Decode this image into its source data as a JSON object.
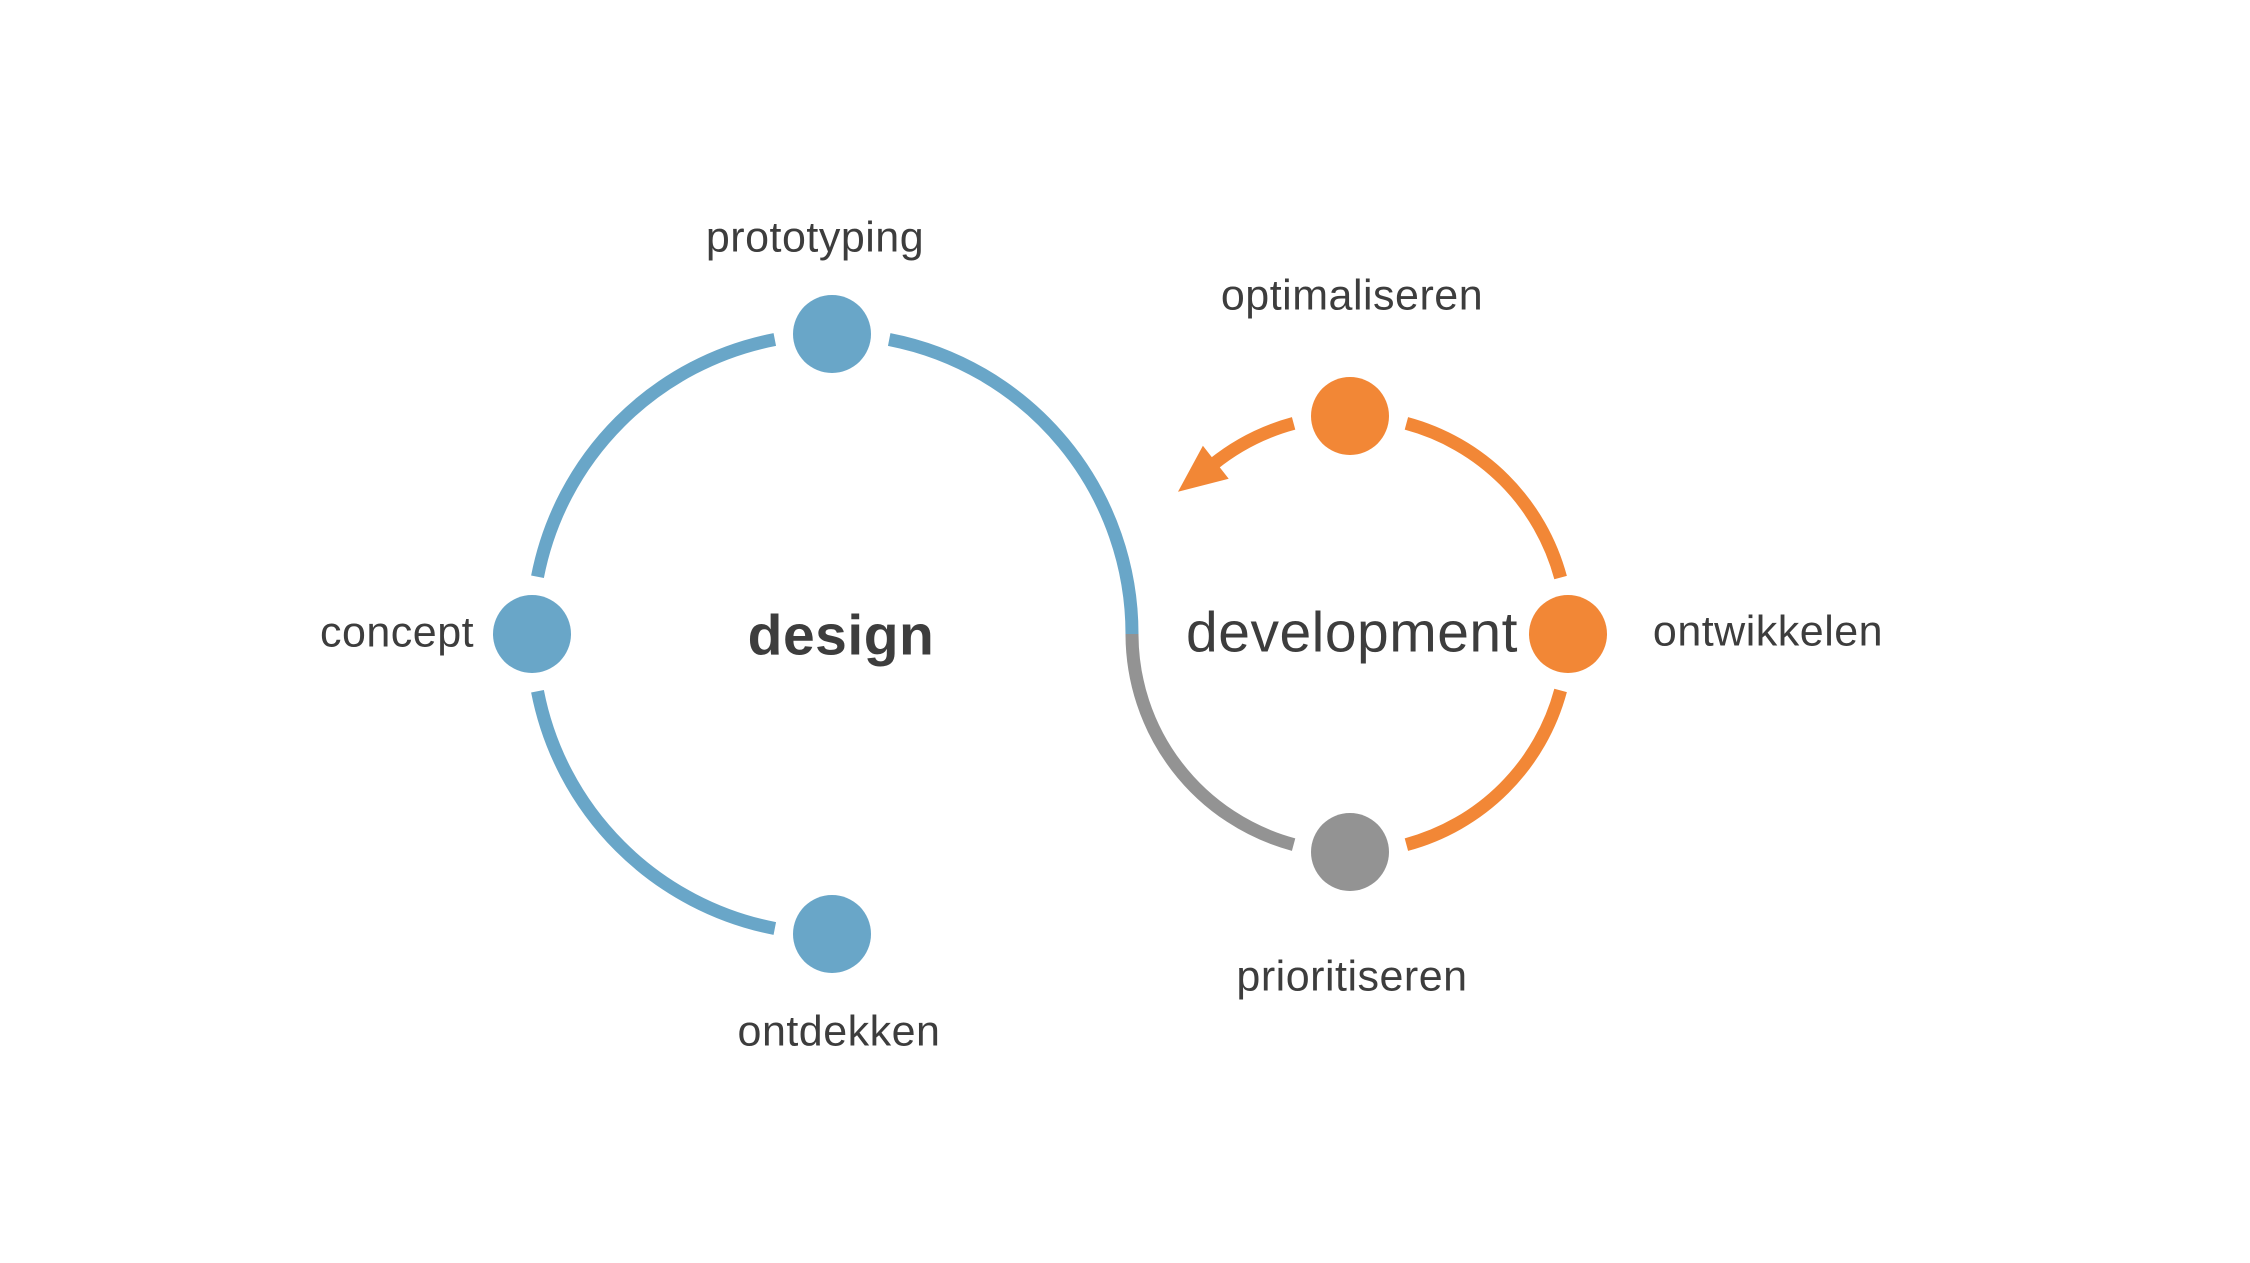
{
  "diagram": {
    "design_loop": {
      "center_label": "design",
      "nodes": [
        {
          "label": "prototyping",
          "position": "top"
        },
        {
          "label": "concept",
          "position": "left"
        },
        {
          "label": "ontdekken",
          "position": "bottom"
        }
      ]
    },
    "development_loop": {
      "center_label": "development",
      "nodes": [
        {
          "label": "optimaliseren",
          "position": "top"
        },
        {
          "label": "ontwikkelen",
          "position": "right"
        },
        {
          "label": "prioritiseren",
          "position": "bottom"
        }
      ]
    },
    "flow": {
      "arrow_direction": "counterclockwise",
      "transition_segment": "design-to-development"
    },
    "colors": {
      "blue": "#69A6C8",
      "orange": "#F28736",
      "gray": "#939393",
      "text": "#3D3D3D",
      "background": "#FFFFFF"
    }
  }
}
